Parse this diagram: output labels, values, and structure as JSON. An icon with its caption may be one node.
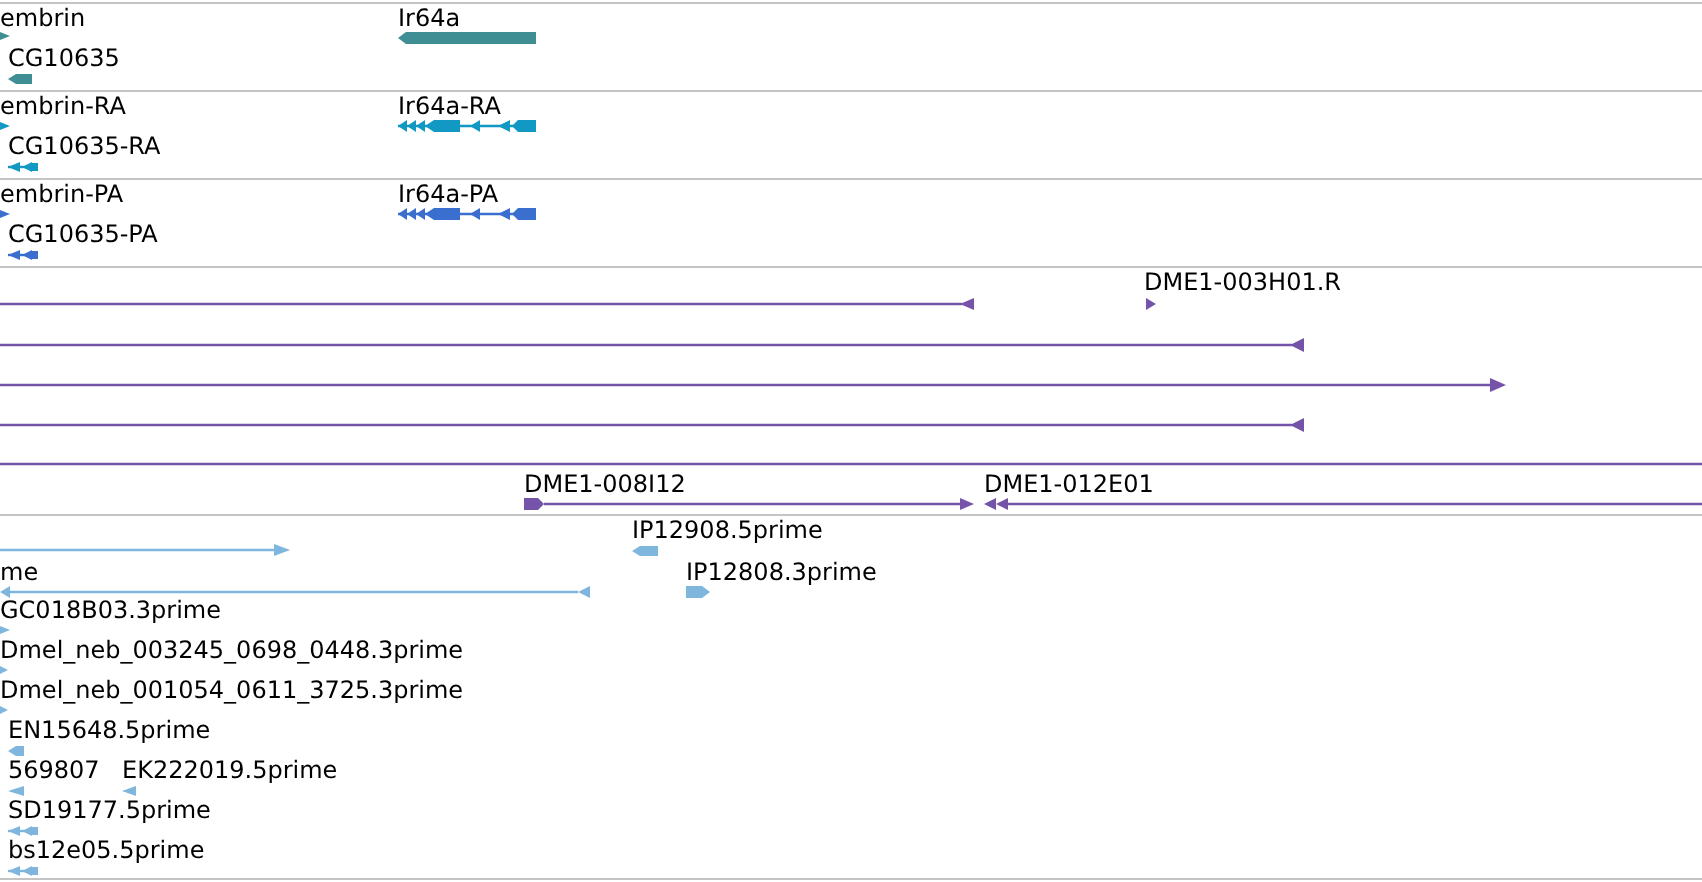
{
  "diagram": {
    "nodes": [
      {
        "text": [
          "embrin"
        ]
      },
      {
        "text": [
          "Ir64a"
        ]
      },
      {
        "text": [
          "CG10635"
        ]
      },
      {
        "text": [
          "embrin-RA"
        ]
      },
      {
        "text": [
          "Ir64a-RA"
        ]
      },
      {
        "text": [
          "CG10635-RA"
        ]
      },
      {
        "text": [
          "embrin-PA"
        ]
      },
      {
        "text": [
          "Ir64a-PA"
        ]
      },
      {
        "text": [
          "CG10635-PA"
        ]
      },
      {
        "text": [],
        "shape": "line"
      },
      {
        "text": [
          "DME1-003H01.R"
        ]
      },
      {
        "text": [],
        "shape": "line"
      },
      {
        "text": [],
        "shape": "line"
      },
      {
        "text": [],
        "shape": "line"
      },
      {
        "text": [],
        "shape": "line"
      },
      {
        "text": [
          "DME1-008I12"
        ]
      },
      {
        "text": [
          "DME1-012E01"
        ]
      },
      {
        "text": [],
        "shape": "line"
      },
      {
        "text": [
          "IP12908.5prime"
        ]
      },
      {
        "text": [
          "me"
        ]
      },
      {
        "text": [
          "IP12808.3prime"
        ]
      },
      {
        "text": [
          "GC018B03.3prime"
        ]
      },
      {
        "text": [
          "Dmel_neb_003245_0698_0448.3prime"
        ]
      },
      {
        "text": [
          "Dmel_neb_001054_0611_3725.3prime"
        ]
      },
      {
        "text": [
          "EN15648.5prime"
        ]
      },
      {
        "text": [
          "569807"
        ]
      },
      {
        "text": [
          "EK222019.5prime"
        ]
      },
      {
        "text": [
          "SD19177.5prime"
        ]
      },
      {
        "text": [
          "bs12e05.5prime"
        ]
      }
    ]
  }
}
